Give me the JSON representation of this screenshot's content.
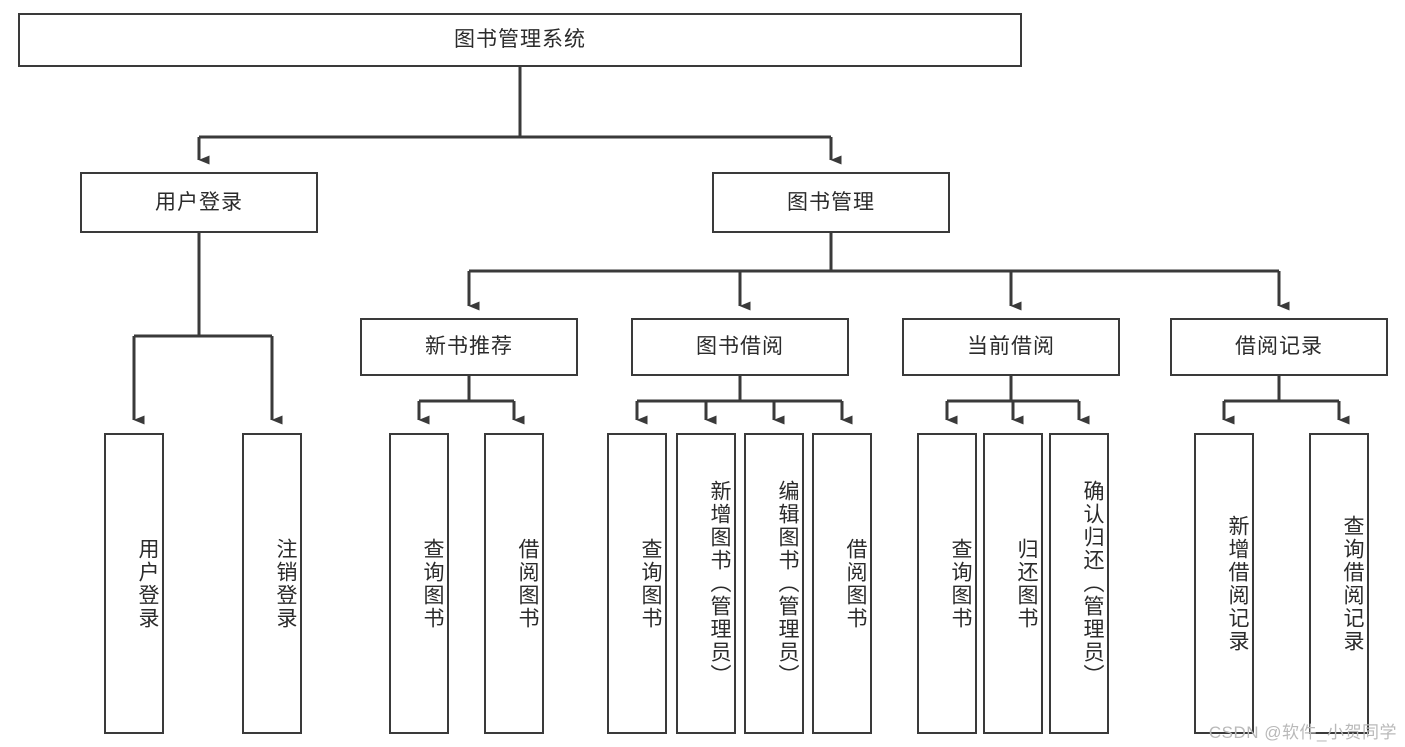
{
  "diagram": {
    "title": "图书管理系统",
    "type": "tree",
    "root": {
      "label": "图书管理系统"
    },
    "level2": [
      {
        "label": "用户登录"
      },
      {
        "label": "图书管理"
      }
    ],
    "level3": [
      {
        "label": "新书推荐"
      },
      {
        "label": "图书借阅"
      },
      {
        "label": "当前借阅"
      },
      {
        "label": "借阅记录"
      }
    ],
    "leaves": {
      "user_login": [
        {
          "label": "用户登录"
        },
        {
          "label": "注销登录"
        }
      ],
      "new_book_recommend": [
        {
          "label": "查询图书"
        },
        {
          "label": "借阅图书"
        }
      ],
      "book_borrow": [
        {
          "label": "查询图书"
        },
        {
          "label": "新增图书（管理员）"
        },
        {
          "label": "编辑图书（管理员）"
        },
        {
          "label": "借阅图书"
        }
      ],
      "current_borrow": [
        {
          "label": "查询图书"
        },
        {
          "label": "归还图书"
        },
        {
          "label": "确认归还（管理员）"
        }
      ],
      "borrow_record": [
        {
          "label": "新增借阅记录"
        },
        {
          "label": "查询借阅记录"
        }
      ]
    }
  },
  "watermark": {
    "text": "CSDN @软件_小贺同学"
  },
  "colors": {
    "stroke": "#3a3a3a",
    "text": "#2b2b2b",
    "background": "#ffffff",
    "watermark": "#b9b9b9"
  }
}
